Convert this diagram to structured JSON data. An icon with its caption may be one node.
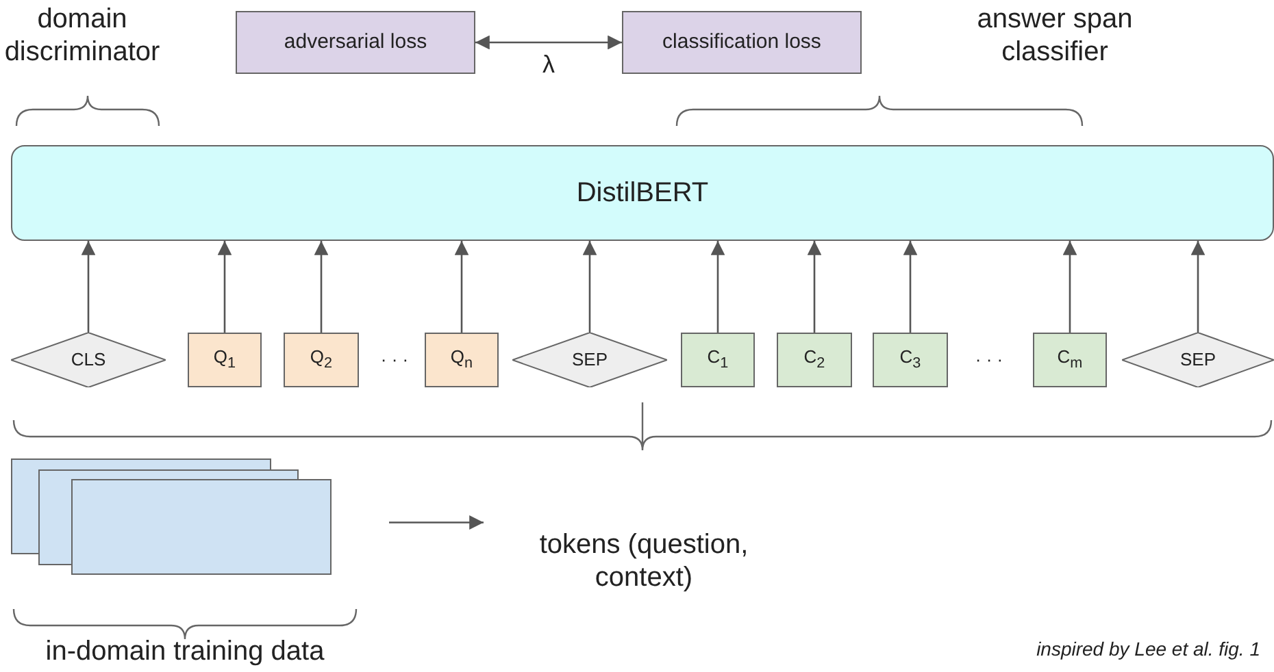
{
  "diagram": {
    "nodes": [
      {
        "text": [
          "adversarial loss"
        ]
      },
      {
        "text": [
          "classification loss"
        ]
      },
      {
        "text": [
          "DistilBERT"
        ]
      },
      {
        "text": [
          "CLS"
        ]
      },
      {
        "text": [
          "Q$_{1}$"
        ]
      },
      {
        "text": [
          "Q$_{2}$"
        ]
      },
      {
        "text": [
          "Q$_{n}$"
        ]
      },
      {
        "text": [
          "SEP"
        ]
      },
      {
        "text": [
          "C$_{1}$"
        ]
      },
      {
        "text": [
          "C$_{2}$"
        ]
      },
      {
        "text": [
          "C$_{3}$"
        ]
      },
      {
        "text": [
          "C$_{m}$"
        ]
      },
      {
        "text": [
          "SEP"
        ]
      },
      {
        "text": [],
        "shape": "box",
        "beside": [
          "in-domain training data"
        ]
      },
      {
        "text": [
          "tokens (question, context)"
        ]
      }
    ],
    "edges": [
      {
        "from": 0,
        "to": 1,
        "arrow": "both",
        "label": "λ"
      },
      {
        "from": 3,
        "to": 2,
        "arrow": "to"
      },
      {
        "from": 4,
        "to": 2,
        "arrow": "to"
      },
      {
        "from": 5,
        "to": 2,
        "arrow": "to"
      },
      {
        "from": 6,
        "to": 2,
        "arrow": "to"
      },
      {
        "from": 7,
        "to": 2,
        "arrow": "to"
      },
      {
        "from": 8,
        "to": 2,
        "arrow": "to"
      },
      {
        "from": 9,
        "to": 2,
        "arrow": "to"
      },
      {
        "from": 10,
        "to": 2,
        "arrow": "to"
      },
      {
        "from": 11,
        "to": 2,
        "arrow": "to"
      },
      {
        "from": 12,
        "to": 2,
        "arrow": "to"
      },
      {
        "from": 13,
        "to": 14,
        "arrow": "to"
      }
    ],
    "labels": [
      "domain discriminator",
      "answer span classifier",
      "· · ·",
      "· · ·",
      "inspired by Lee et al. fig. 1"
    ]
  }
}
